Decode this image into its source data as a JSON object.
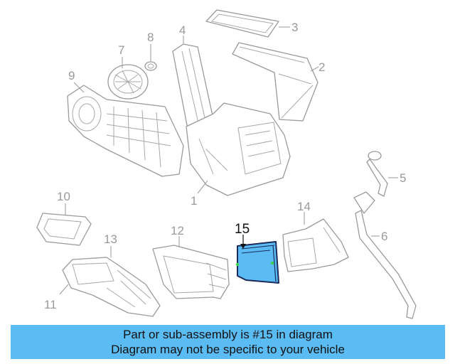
{
  "diagram": {
    "labels": {
      "p1": "1",
      "p2": "2",
      "p3": "3",
      "p4": "4",
      "p5": "5",
      "p6": "6",
      "p7": "7",
      "p8": "8",
      "p9": "9",
      "p10": "10",
      "p11": "11",
      "p12": "12",
      "p13": "13",
      "p14": "14",
      "p15": "15"
    },
    "highlight_color": "#5bbcf4"
  },
  "banner": {
    "line1": "Part or sub-assembly is #15 in diagram",
    "line2": "Diagram may not be specific to your vehicle",
    "background": "#5bbcf4"
  }
}
